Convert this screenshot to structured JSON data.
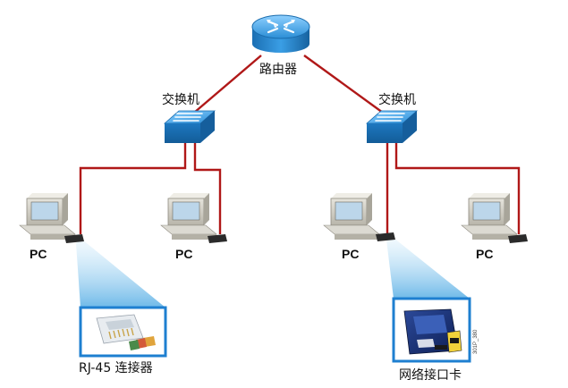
{
  "router": {
    "label": "路由器"
  },
  "switches": [
    {
      "label": "交换机"
    },
    {
      "label": "交换机"
    }
  ],
  "pcs": [
    {
      "label": "PC"
    },
    {
      "label": "PC"
    },
    {
      "label": "PC"
    },
    {
      "label": "PC"
    }
  ],
  "callouts": [
    {
      "label": "RJ-45 连接器",
      "icon": "rj45-connector-photo"
    },
    {
      "label": "网络接口卡",
      "icon": "network-interface-card-photo"
    }
  ],
  "figure_code": "301P_380",
  "colors": {
    "cable": "#b01818",
    "device_blue": "#1f7ec6",
    "callout_border": "#1e7fd0",
    "beam": "#9fd0ef"
  }
}
